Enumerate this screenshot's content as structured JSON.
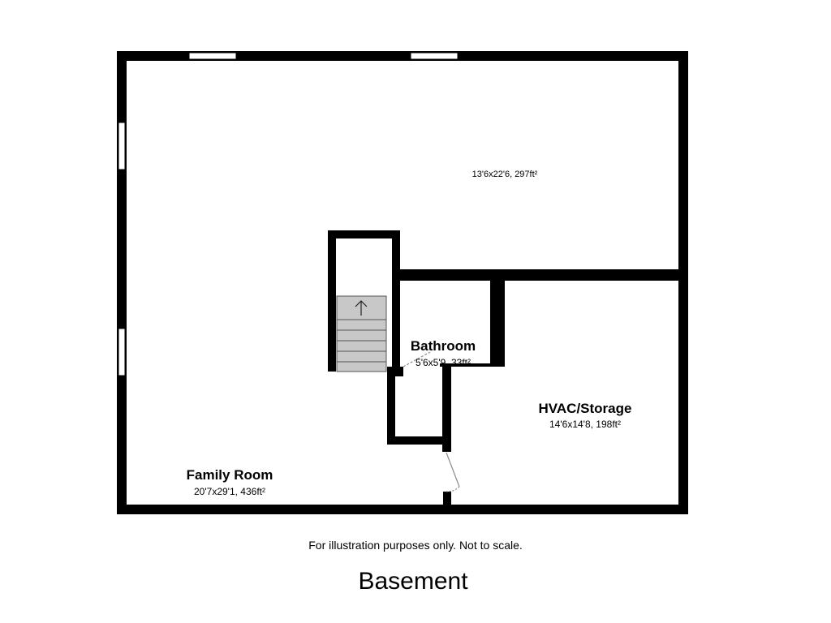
{
  "floor": {
    "title": "Basement",
    "disclaimer": "For illustration purposes only. Not to scale."
  },
  "rooms": {
    "upper_area": {
      "dims": "13'6x22'6, 297ft²"
    },
    "bathroom": {
      "name": "Bathroom",
      "dims": "5'6x5'9, 33ft²"
    },
    "hvac_storage": {
      "name": "HVAC/Storage",
      "dims": "14'6x14'8, 198ft²"
    },
    "family_room": {
      "name": "Family Room",
      "dims": "20'7x29'1, 436ft²"
    }
  },
  "stairs": {
    "direction_icon": "arrow-up-icon"
  },
  "colors": {
    "wall": "#000000",
    "stair_fill": "#c8c8c8",
    "window": "#ffffff",
    "door": "#8c8c8c"
  }
}
